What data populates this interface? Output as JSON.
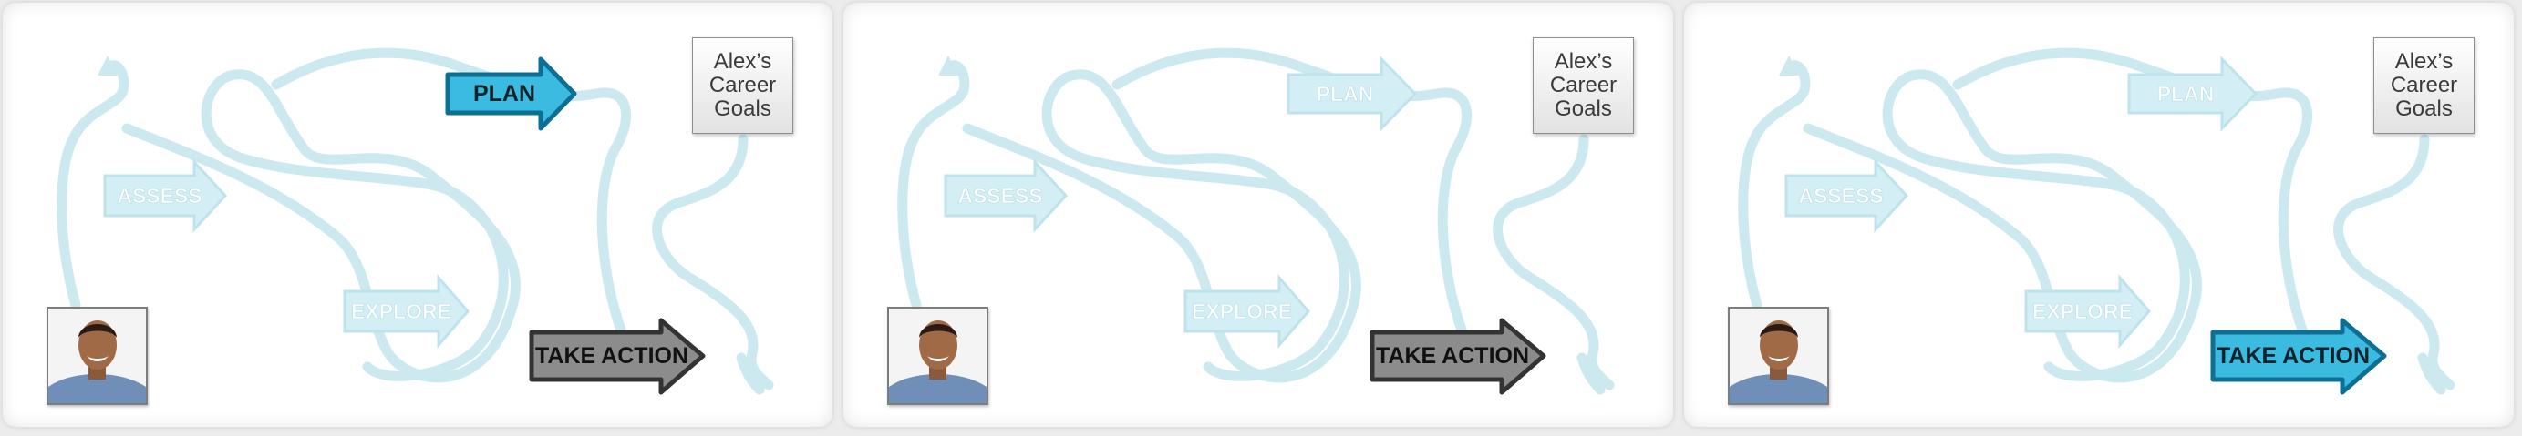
{
  "panels": [
    {
      "active_step": "PLAN",
      "steps": {
        "assess": "ASSESS",
        "explore": "EXPLORE",
        "plan": "PLAN",
        "take_action": "TAKE ACTION"
      },
      "goals_box": "Alex’s Career Goals"
    },
    {
      "active_step": "none",
      "steps": {
        "assess": "ASSESS",
        "explore": "EXPLORE",
        "plan": "PLAN",
        "take_action": "TAKE ACTION"
      },
      "goals_box": "Alex’s Career Goals"
    },
    {
      "active_step": "TAKE ACTION",
      "steps": {
        "assess": "ASSESS",
        "explore": "EXPLORE",
        "plan": "PLAN",
        "take_action": "TAKE ACTION"
      },
      "goals_box": "Alex’s Career Goals"
    }
  ],
  "colors": {
    "path": "#cce9f0",
    "faded_arrow_fill": "#d3eef5",
    "faded_arrow_stroke": "#bfe3ec",
    "active_arrow_fill": "#3cbbe1",
    "active_arrow_stroke": "#0d6f94",
    "dark_arrow_fill": "#8c8c8c",
    "dark_arrow_stroke": "#333333"
  }
}
